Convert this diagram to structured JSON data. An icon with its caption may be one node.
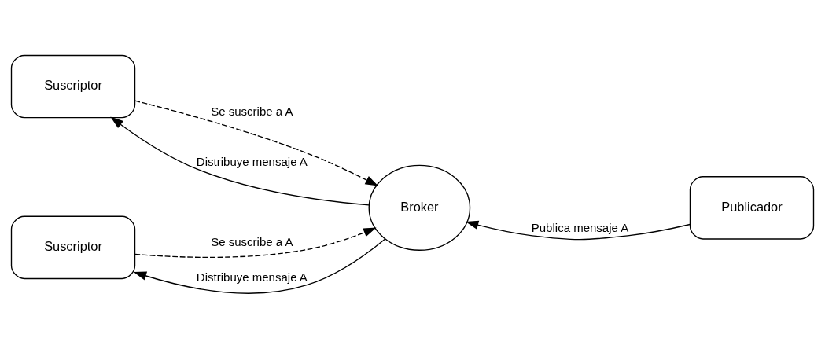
{
  "diagram": {
    "nodes": [
      {
        "text": [
          "Suscriptor"
        ]
      },
      {
        "text": [
          "Suscriptor"
        ]
      },
      {
        "text": [
          "Broker"
        ]
      },
      {
        "text": [
          "Publicador"
        ]
      }
    ],
    "edges": [
      {
        "from": 2,
        "to": 0,
        "arrow": "to",
        "label": "Distribuye mensaje A"
      },
      {
        "from": 0,
        "to": 2,
        "arrow": "to",
        "label": "Se suscribe a A",
        "style": "dashed"
      },
      {
        "from": 1,
        "to": 2,
        "arrow": "to",
        "label": "Se suscribe a A",
        "style": "dashed"
      },
      {
        "from": 3,
        "to": 2,
        "arrow": "to",
        "label": "Publica mensaje A"
      },
      {
        "from": 2,
        "to": 1,
        "arrow": "to",
        "label": "Distribuye mensaje A"
      }
    ]
  }
}
